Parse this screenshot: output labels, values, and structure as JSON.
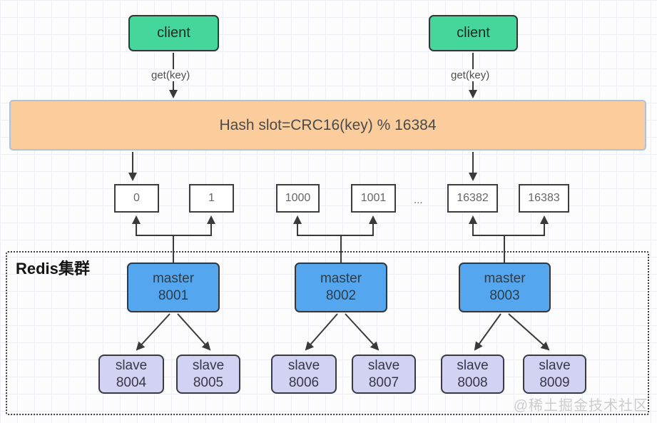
{
  "clients": {
    "left": "client",
    "right": "client"
  },
  "edges": {
    "get_key_left": "get(key)",
    "get_key_right": "get(key)"
  },
  "hash": {
    "label": "Hash slot=CRC16(key) % 16384"
  },
  "slots": {
    "s0": "0",
    "s1": "1",
    "s2": "1000",
    "s3": "1001",
    "ellipsis": "...",
    "s4": "16382",
    "s5": "16383"
  },
  "cluster": {
    "label": "Redis集群"
  },
  "masters": [
    {
      "name": "master",
      "port": "8001"
    },
    {
      "name": "master",
      "port": "8002"
    },
    {
      "name": "master",
      "port": "8003"
    }
  ],
  "slaves": [
    {
      "name": "slave",
      "port": "8004"
    },
    {
      "name": "slave",
      "port": "8005"
    },
    {
      "name": "slave",
      "port": "8006"
    },
    {
      "name": "slave",
      "port": "8007"
    },
    {
      "name": "slave",
      "port": "8008"
    },
    {
      "name": "slave",
      "port": "8009"
    }
  ],
  "watermark": "@稀土掘金技术社区",
  "colors": {
    "client_bg": "#45d69c",
    "master_bg": "#54a7ee",
    "slave_bg": "#d2d2f2",
    "hash_bg": "#fbcd9c",
    "hash_border": "#a9c4de",
    "arrow": "#3a3a3a"
  }
}
